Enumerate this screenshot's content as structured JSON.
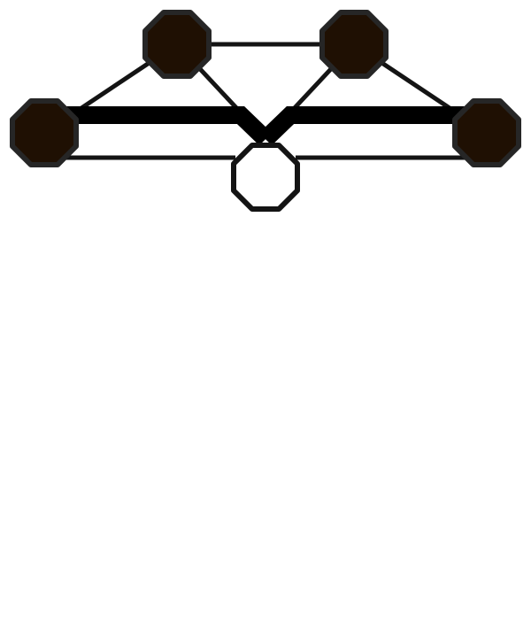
{
  "colors": {
    "background": "#ffffff",
    "node_fill": "#1f1003",
    "node_fill_empty": "#ffffff",
    "node_stroke": "#262626",
    "edge": "#141414",
    "edge_heavy": "#000000"
  },
  "graph": {
    "nodes": [
      {
        "id": "top-left",
        "filled": true
      },
      {
        "id": "top-right",
        "filled": true
      },
      {
        "id": "left",
        "filled": true
      },
      {
        "id": "right",
        "filled": true
      },
      {
        "id": "bottom-center",
        "filled": false
      }
    ],
    "edges": [
      {
        "from": "top-left",
        "to": "top-right",
        "weight": "thin"
      },
      {
        "from": "top-left",
        "to": "left",
        "weight": "thin"
      },
      {
        "from": "top-right",
        "to": "right",
        "weight": "thin"
      },
      {
        "from": "top-left",
        "to": "bottom-center",
        "weight": "thin"
      },
      {
        "from": "top-right",
        "to": "bottom-center",
        "weight": "thin"
      },
      {
        "from": "left",
        "to": "bottom-center",
        "weight": "thin"
      },
      {
        "from": "right",
        "to": "bottom-center",
        "weight": "thin"
      },
      {
        "from": "left",
        "to": "bottom-center",
        "weight": "heavy"
      },
      {
        "from": "right",
        "to": "bottom-center",
        "weight": "heavy"
      }
    ]
  }
}
